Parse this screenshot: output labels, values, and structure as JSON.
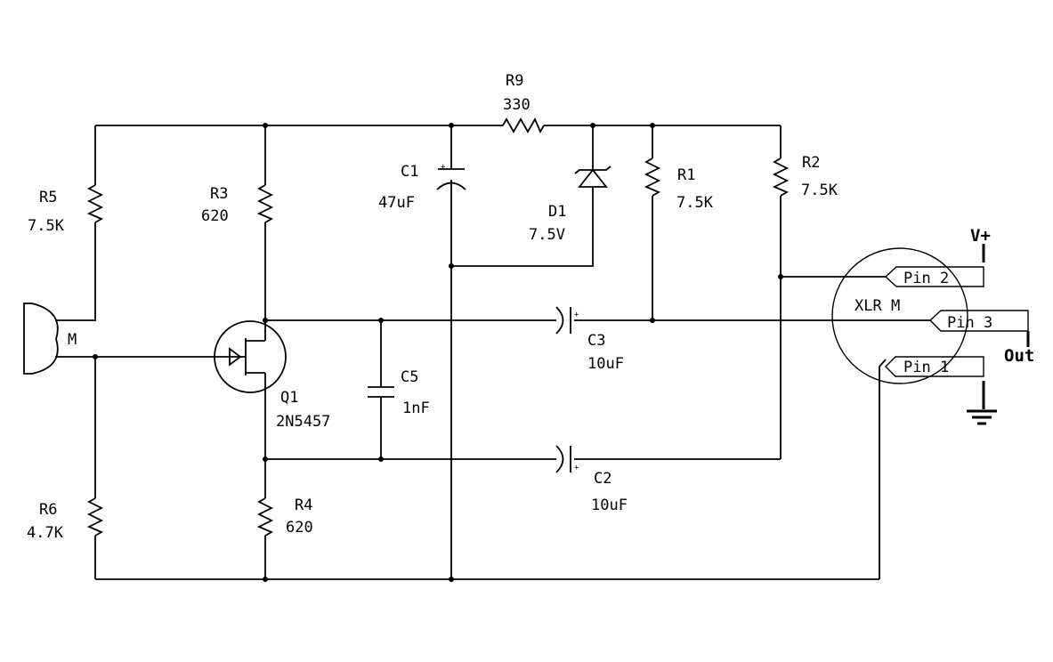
{
  "components": {
    "r9": {
      "ref": "R9",
      "value": "330"
    },
    "c1": {
      "ref": "C1",
      "value": "47uF"
    },
    "d1": {
      "ref": "D1",
      "value": "7.5V"
    },
    "r1": {
      "ref": "R1",
      "value": "7.5K"
    },
    "r2": {
      "ref": "R2",
      "value": "7.5K"
    },
    "r5": {
      "ref": "R5",
      "value": "7.5K"
    },
    "r3": {
      "ref": "R3",
      "value": "620"
    },
    "r6": {
      "ref": "R6",
      "value": "4.7K"
    },
    "r4": {
      "ref": "R4",
      "value": "620"
    },
    "q1": {
      "ref": "Q1",
      "value": "2N5457"
    },
    "c5": {
      "ref": "C5",
      "value": "1nF"
    },
    "c3": {
      "ref": "C3",
      "value": "10uF"
    },
    "c2": {
      "ref": "C2",
      "value": "10uF"
    },
    "mic": {
      "ref": "M"
    }
  },
  "connector": {
    "label": "XLR M",
    "pins": [
      "Pin 2",
      "Pin 3",
      "Pin 1"
    ]
  },
  "outputs": {
    "vplus": "V+",
    "out": "Out"
  },
  "cap_polarity_mark": "+"
}
